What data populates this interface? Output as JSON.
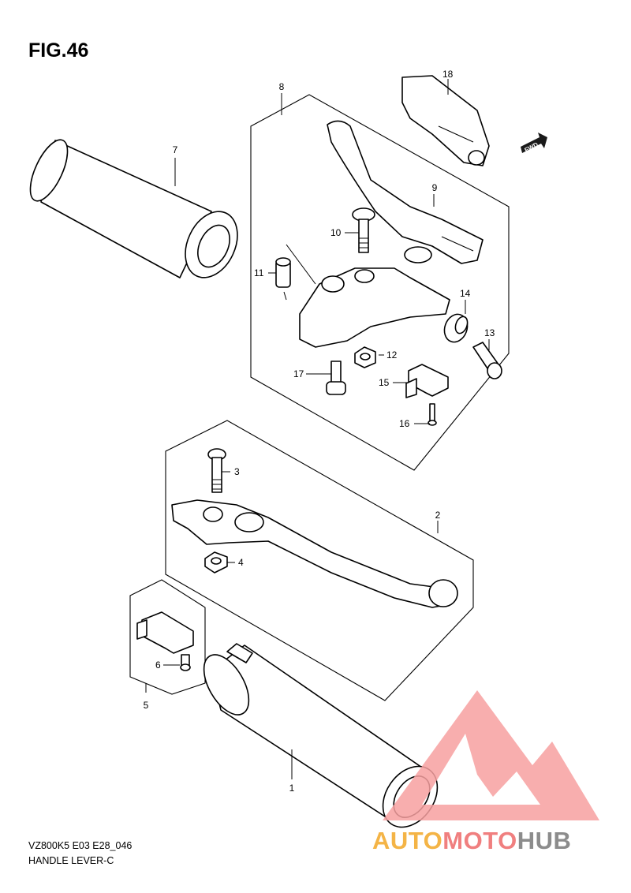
{
  "figure": {
    "title": "FIG.46"
  },
  "footer": {
    "model_code": "VZ800K5 E03 E28_046",
    "section_name": "HANDLE LEVER-C"
  },
  "fwd_label": "FWD",
  "parts": [
    {
      "id": "1"
    },
    {
      "id": "2"
    },
    {
      "id": "3"
    },
    {
      "id": "4"
    },
    {
      "id": "5"
    },
    {
      "id": "6"
    },
    {
      "id": "7"
    },
    {
      "id": "8"
    },
    {
      "id": "9"
    },
    {
      "id": "10"
    },
    {
      "id": "11"
    },
    {
      "id": "12"
    },
    {
      "id": "13"
    },
    {
      "id": "14"
    },
    {
      "id": "15"
    },
    {
      "id": "16"
    },
    {
      "id": "17"
    },
    {
      "id": "18"
    }
  ],
  "watermark": {
    "part_a": "AUTO",
    "part_b": "MOTO",
    "part_c": "HUB",
    "colors": {
      "auto": "#f4b446",
      "moto": "#f07f7f",
      "hub": "#8c8c8c",
      "logo": "#f7a0a0"
    }
  }
}
